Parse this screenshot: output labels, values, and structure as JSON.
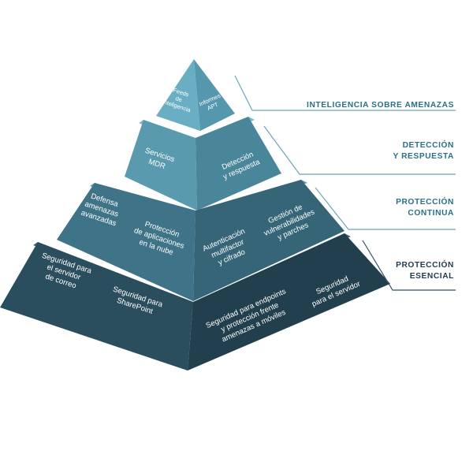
{
  "levels": [
    {
      "label_lines": [
        "INTELIGENCIA SOBRE AMENAZAS"
      ],
      "colors": {
        "left": "#6aaec3",
        "right": "#5597ad",
        "top": "#8cc4d4",
        "label": "#2a6f86"
      },
      "left_items": [
        {
          "lines": [
            "Feeds",
            "de",
            "inteligencia"
          ]
        }
      ],
      "right_items": [
        {
          "lines": [
            "Informes",
            "APT"
          ]
        }
      ]
    },
    {
      "label_lines": [
        "DETECCIÓN",
        "Y RESPUESTA"
      ],
      "colors": {
        "left": "#5a9aae",
        "right": "#4a869a",
        "top": "#7db6c7",
        "label": "#2a6f86"
      },
      "left_items": [
        {
          "lines": [
            "Servicios",
            "MDR"
          ]
        }
      ],
      "right_items": [
        {
          "lines": [
            "Detección",
            "y respuesta"
          ]
        }
      ]
    },
    {
      "label_lines": [
        "PROTECCIÓN",
        "CONTINUA"
      ],
      "colors": {
        "left": "#3f7488",
        "right": "#356577",
        "top": "#5c93a6",
        "label": "#2a6f86"
      },
      "left_items": [
        {
          "lines": [
            "Defensa",
            "amenazas",
            "avanzadas"
          ]
        },
        {
          "lines": [
            "Protección",
            "de aplicaciones",
            "en la nube"
          ]
        }
      ],
      "right_items": [
        {
          "lines": [
            "Autenticación",
            "multifactor",
            "y cifrado"
          ]
        },
        {
          "lines": [
            "Gestión de",
            "vulnerabilidades",
            "y parches"
          ]
        }
      ]
    },
    {
      "label_lines": [
        "PROTECCIÓN",
        "ESENCIAL"
      ],
      "colors": {
        "left": "#2b4e5e",
        "right": "#223f4d",
        "top": "#3c6676",
        "label": "#1f3b4c"
      },
      "left_items": [
        {
          "lines": [
            "Seguridad para",
            "el servidor",
            "de correo"
          ]
        },
        {
          "lines": [
            "Seguridad para",
            "SharePoint"
          ]
        }
      ],
      "right_items": [
        {
          "lines": [
            "Seguridad para endpoints",
            "y protección frente",
            "amenazas a móviles"
          ]
        },
        {
          "lines": [
            "Seguridad",
            "para el servidor"
          ]
        }
      ]
    }
  ]
}
